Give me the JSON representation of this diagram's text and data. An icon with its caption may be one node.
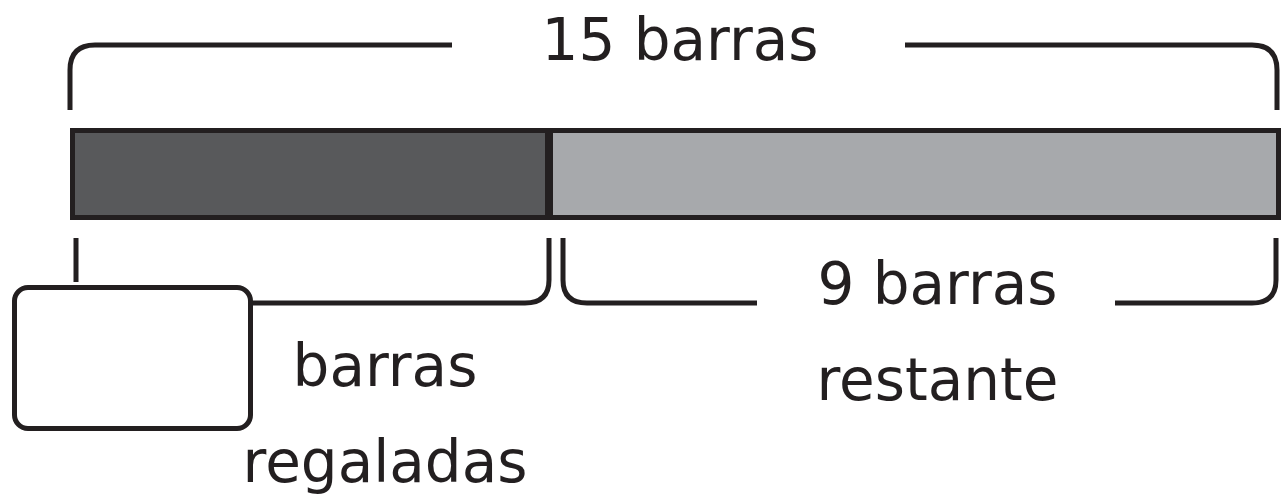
{
  "diagram": {
    "nodes": [
      {
        "text": [],
        "shape": "bar"
      },
      {
        "text": [],
        "shape": "bar"
      },
      {
        "text": [],
        "shape": "box",
        "beside": [
          "barras regaladas"
        ]
      }
    ],
    "labels": [
      "15 barras",
      "9 barras restante"
    ]
  }
}
